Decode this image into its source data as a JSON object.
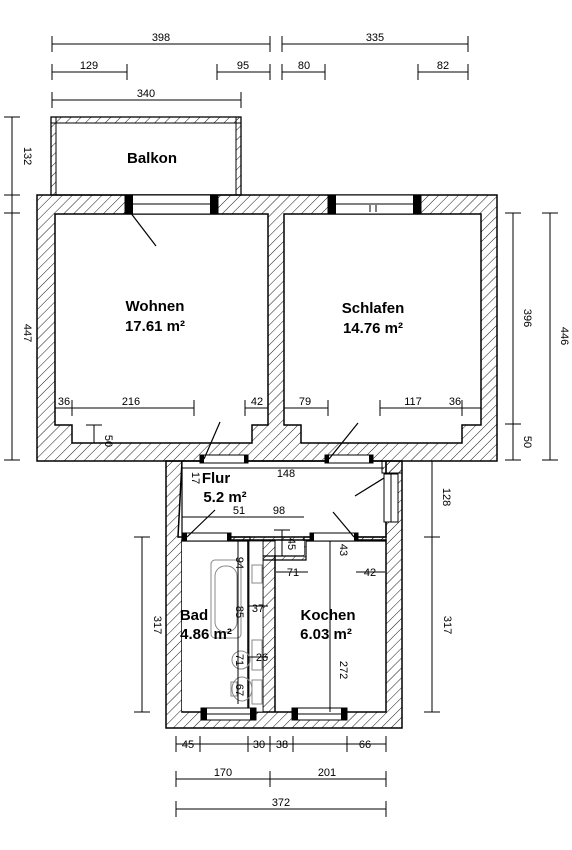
{
  "rooms": {
    "balkon": {
      "name": "Balkon"
    },
    "wohnen": {
      "name": "Wohnen",
      "area": "17.61 m²"
    },
    "schlafen": {
      "name": "Schlafen",
      "area": "14.76 m²"
    },
    "flur": {
      "name": "Flur",
      "area": "5.2 m²"
    },
    "bad": {
      "name": "Bad",
      "area": "4.86 m²"
    },
    "kochen": {
      "name": "Kochen",
      "area": "6.03 m²"
    }
  },
  "dimensions": {
    "top_total_left": "398",
    "top_total_right": "335",
    "top_129": "129",
    "top_95": "95",
    "top_80": "80",
    "top_82": "82",
    "top_340": "340",
    "left_132": "132",
    "left_447": "447",
    "right_396": "396",
    "right_446": "446",
    "right_50": "50",
    "right_128": "128",
    "wohnen_36": "36",
    "wohnen_216": "216",
    "wohnen_42": "42",
    "wohnen_50": "50",
    "schlafen_79": "79",
    "schlafen_117": "117",
    "schlafen_36": "36",
    "flur_17": "17",
    "flur_148": "148",
    "flur_51": "51",
    "flur_98": "98",
    "flur_45": "45",
    "kochen_43": "43",
    "kochen_71": "71",
    "kochen_42": "42",
    "bad_94": "94",
    "bad_85": "85",
    "bad_37": "37",
    "bad_71": "71",
    "bad_26": "26",
    "bad_67": "67",
    "kochen_272": "272",
    "left_317": "317",
    "right_317": "317",
    "bottom_45": "45",
    "bottom_30": "30",
    "bottom_38": "38",
    "bottom_66": "66",
    "bottom_170": "170",
    "bottom_201": "201",
    "bottom_372": "372"
  }
}
